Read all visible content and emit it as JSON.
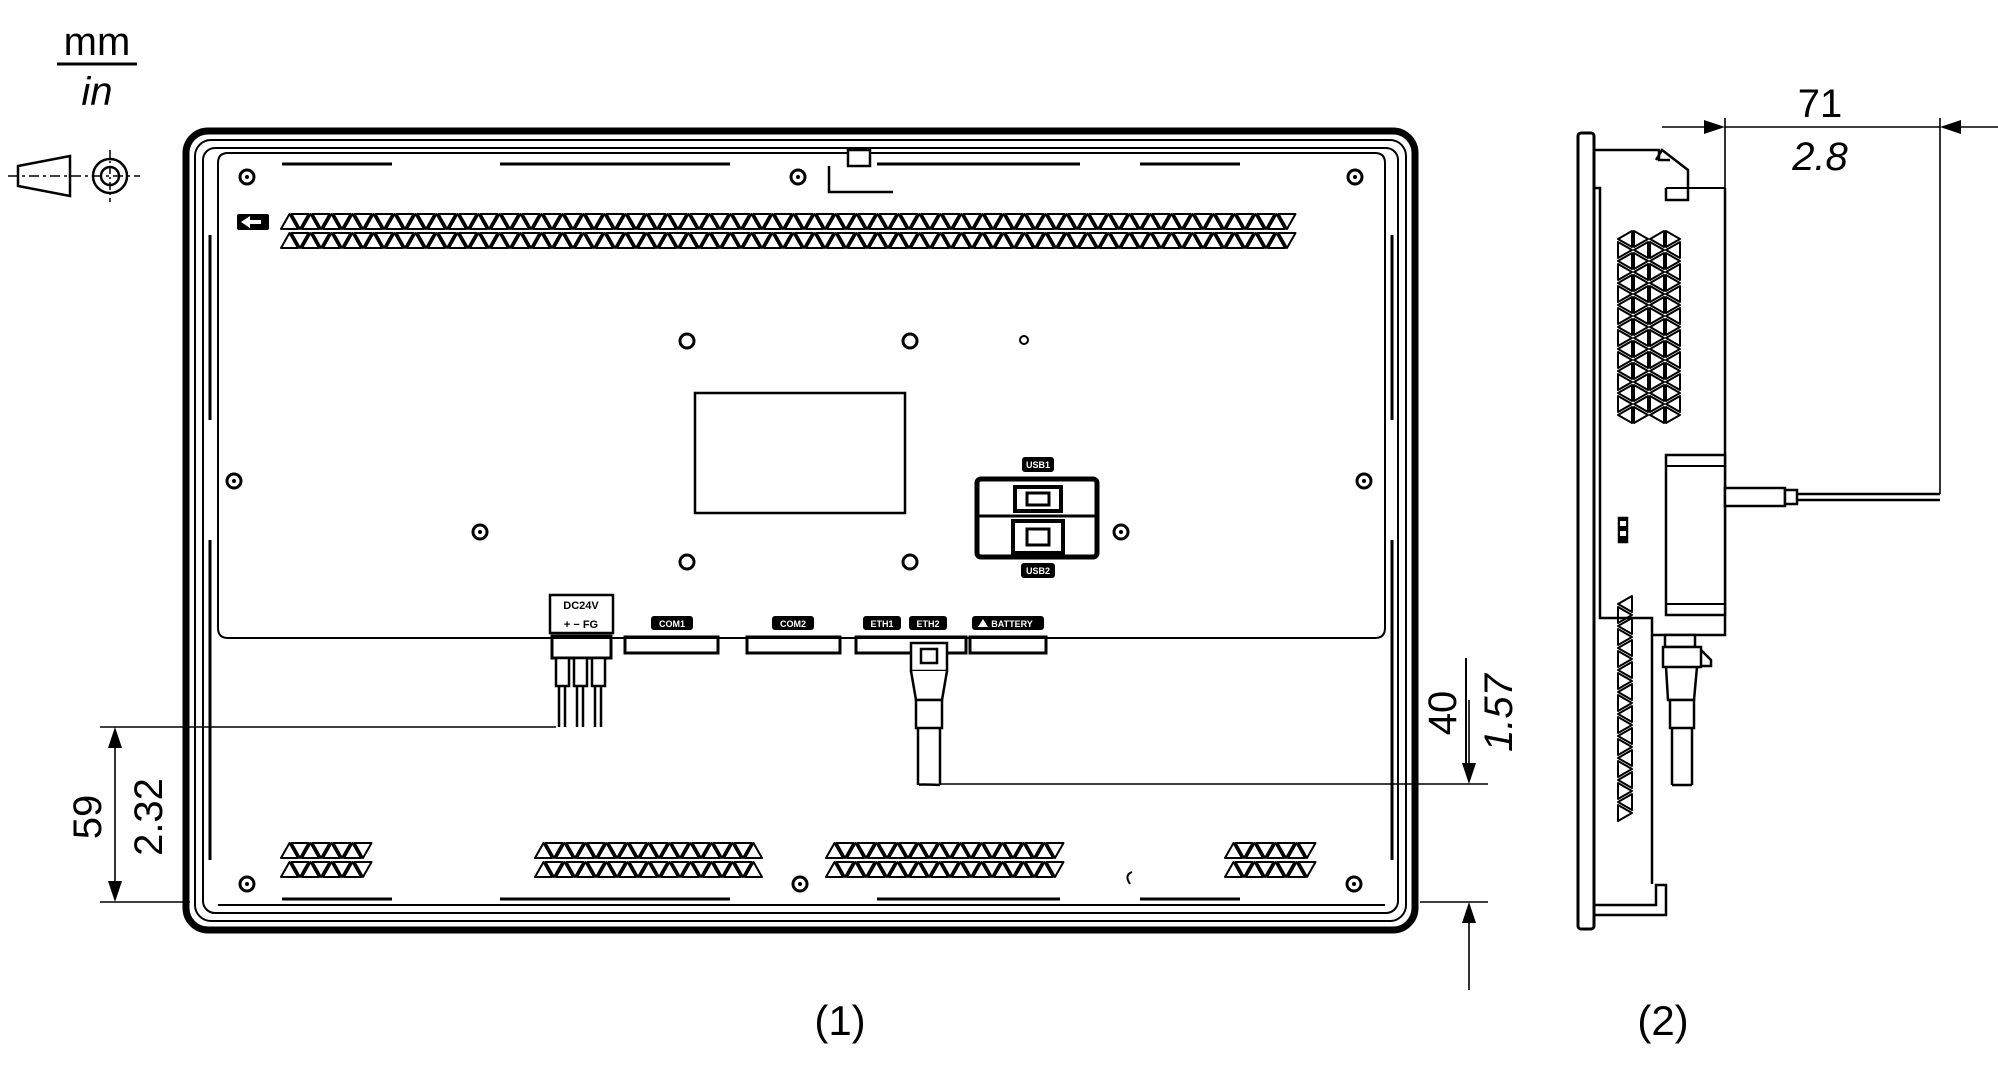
{
  "units": {
    "primary": "mm",
    "secondary": "in"
  },
  "views": {
    "rear": "(1)",
    "side": "(2)"
  },
  "dimensions": {
    "cable_depth": {
      "mm": "71",
      "in": "2.8"
    },
    "power_cable_clearance": {
      "mm": "59",
      "in": "2.32"
    },
    "ethernet_cable_clearance": {
      "mm": "40",
      "in": "1.57"
    }
  },
  "connector_labels": {
    "power": "DC24V",
    "power_pins": "+ − FG",
    "com1": "COM1",
    "com2": "COM2",
    "eth1": "ETH1",
    "eth2": "ETH2",
    "battery": "BATTERY",
    "usb1": "USB1",
    "usb2": "USB2"
  },
  "icons": {
    "projection_symbol": "third-angle-projection-icon",
    "release_arrow": "arrow-left-icon"
  },
  "colors": {
    "line": "#000000",
    "background": "#ffffff"
  }
}
